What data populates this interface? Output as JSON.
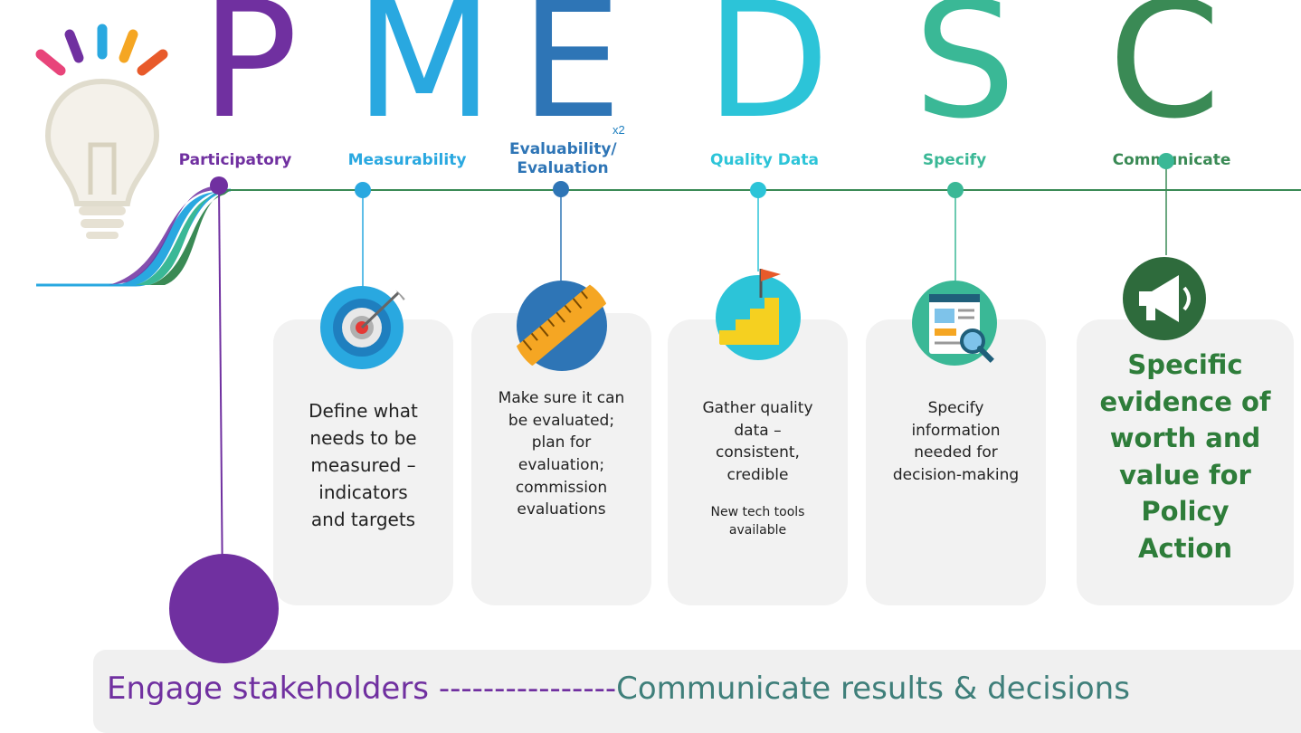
{
  "letters": [
    {
      "char": "P",
      "color": "#7030a0"
    },
    {
      "char": "M",
      "color": "#29a8e0"
    },
    {
      "char": "E",
      "color": "#2e75b6"
    },
    {
      "char": "D",
      "color": "#2cc4d8"
    },
    {
      "char": "S",
      "color": "#3ab896"
    },
    {
      "char": "C",
      "color": "#3a8a55"
    }
  ],
  "e_superscript": "x2",
  "headings": [
    {
      "text": "Participatory",
      "color": "#7030a0"
    },
    {
      "text": "Measurability",
      "color": "#29a8e0"
    },
    {
      "text": "Evaluability/ Evaluation",
      "color": "#2e75b6"
    },
    {
      "text": "Quality Data",
      "color": "#2cc4d8"
    },
    {
      "text": "Specify",
      "color": "#3ab896"
    },
    {
      "text": "Communicate",
      "color": "#3a8a55"
    }
  ],
  "cards": {
    "measurability": "Define what needs to be measured – indicators and targets",
    "evaluation": "Make sure it can be evaluated; plan for evaluation; commission evaluations",
    "quality_data": "Gather quality data – consistent, credible",
    "quality_data_note": "New tech tools available",
    "specify": "Specify information needed for decision-making",
    "communicate": "Specific evidence of worth and value for Policy Action"
  },
  "bottom": {
    "engage": "Engage  stakeholders ----------------",
    "communicate": "Communicate results & decisions",
    "engage_color": "#7030a0",
    "communicate_color": "#3f7f7a"
  },
  "icons": [
    "lightbulb-icon",
    "target-arrow-icon",
    "ruler-icon",
    "stairs-flag-icon",
    "document-search-icon",
    "megaphone-icon"
  ]
}
